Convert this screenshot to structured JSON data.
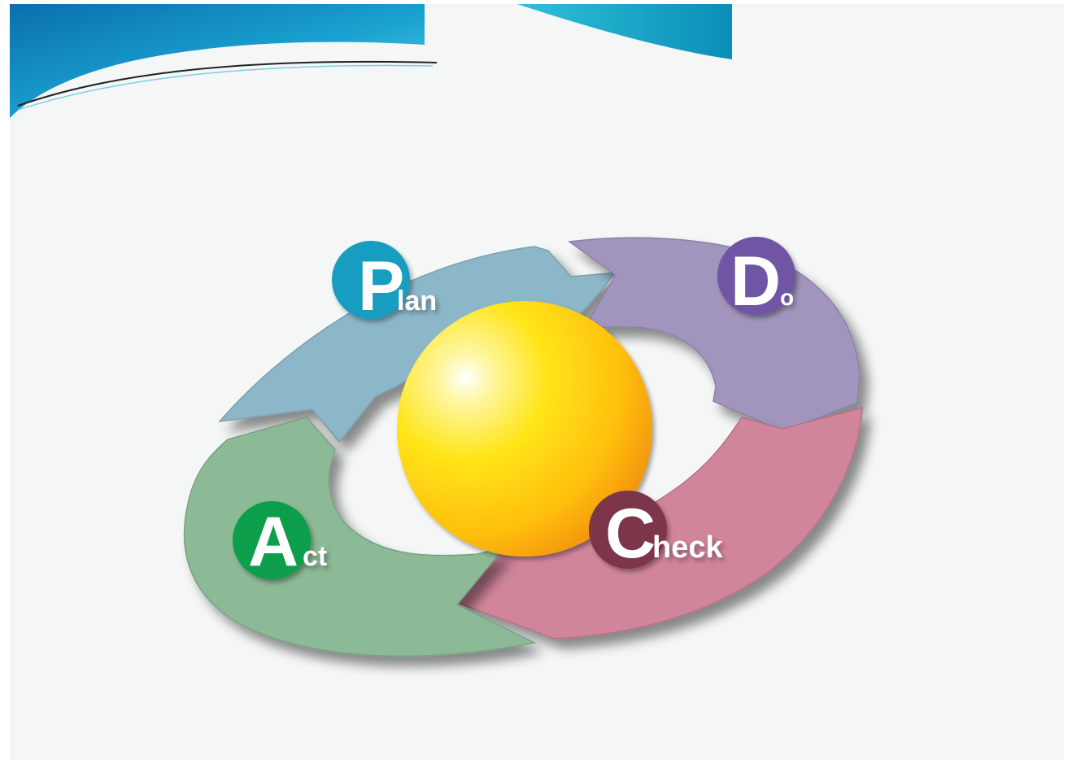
{
  "diagram": {
    "phases": [
      {
        "id": "plan",
        "initial": "P",
        "rest": "lan",
        "badge_color": "#149dc0",
        "arrow_color": "#8cb7c9"
      },
      {
        "id": "do",
        "initial": "D",
        "rest": "o",
        "badge_color": "#6f55a5",
        "arrow_color": "#a295bd"
      },
      {
        "id": "check",
        "initial": "C",
        "rest": "heck",
        "badge_color": "#7d3448",
        "arrow_color": "#d1859a"
      },
      {
        "id": "act",
        "initial": "A",
        "rest": "ct",
        "badge_color": "#0f9e4c",
        "arrow_color": "#8cb996"
      }
    ],
    "center_color": "#ffd21a"
  }
}
